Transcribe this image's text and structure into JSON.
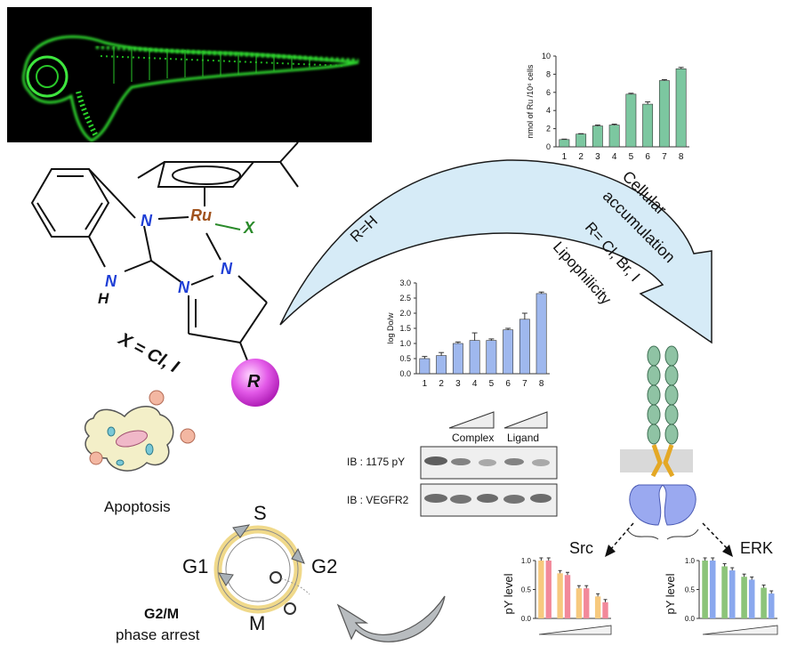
{
  "molecule": {
    "metal": "Ru",
    "ligand_x": "X",
    "n1": "N",
    "n2": "N",
    "n3": "N",
    "n4": "N",
    "nh": "H",
    "r_group": "R",
    "x_def": "X = Cl, I"
  },
  "arrow": {
    "rh": "R=H",
    "rx": "R= Cl, Br, I",
    "cellular": "Cellular",
    "accumulation": "accumulation",
    "lipophilicity": "Lipophilicity"
  },
  "apoptosis": {
    "label": "Apoptosis"
  },
  "cell_cycle": {
    "s": "S",
    "g1": "G1",
    "g2": "G2",
    "m": "M",
    "arrest_title": "G2/M",
    "arrest_sub": "phase arrest"
  },
  "western": {
    "complex": "Complex",
    "ligand": "Ligand",
    "row1": "IB : 1175 pY",
    "row2": "IB : VEGFR2"
  },
  "signal": {
    "src": "Src",
    "erk": "ERK"
  },
  "chart_data": [
    {
      "type": "bar",
      "ylabel": "nmol of Ru /10⁶ cells",
      "categories": [
        "1",
        "2",
        "3",
        "4",
        "5",
        "6",
        "7",
        "8"
      ],
      "values": [
        0.8,
        1.4,
        2.3,
        2.4,
        5.8,
        4.7,
        7.3,
        8.6
      ],
      "errors": [
        0.05,
        0.05,
        0.1,
        0.1,
        0.1,
        0.25,
        0.1,
        0.15
      ],
      "ylim": [
        0,
        10
      ],
      "yticks": [
        "0",
        "2",
        "4",
        "6",
        "8",
        "10"
      ],
      "color": "#7cc7a0"
    },
    {
      "type": "bar",
      "ylabel": "log Do/w",
      "categories": [
        "1",
        "2",
        "3",
        "4",
        "5",
        "6",
        "7",
        "8"
      ],
      "values": [
        0.5,
        0.6,
        1.0,
        1.1,
        1.1,
        1.45,
        1.8,
        2.65
      ],
      "errors": [
        0.07,
        0.1,
        0.05,
        0.25,
        0.05,
        0.05,
        0.2,
        0.05
      ],
      "ylim": [
        0,
        3.0
      ],
      "yticks": [
        "0.0",
        "0.5",
        "1.0",
        "1.5",
        "2.0",
        "2.5",
        "3.0"
      ],
      "color": "#9fb8ee"
    },
    {
      "type": "bar",
      "ylabel": "pY level",
      "groups": 4,
      "values_a": [
        1.0,
        0.78,
        0.52,
        0.38
      ],
      "values_b": [
        1.0,
        0.75,
        0.52,
        0.28
      ],
      "colors": [
        "#f7c97e",
        "#f2899a"
      ],
      "ylim": [
        0,
        1.0
      ],
      "yticks": [
        "0.0",
        "0.5",
        "1.0"
      ]
    },
    {
      "type": "bar",
      "ylabel": "pY level",
      "groups": 4,
      "values_a": [
        1.0,
        0.9,
        0.72,
        0.53
      ],
      "values_b": [
        1.0,
        0.83,
        0.67,
        0.43
      ],
      "colors": [
        "#8cc47a",
        "#8aa8ee"
      ],
      "ylim": [
        0,
        1.0
      ],
      "yticks": [
        "0.0",
        "0.5",
        "1.0"
      ]
    }
  ]
}
